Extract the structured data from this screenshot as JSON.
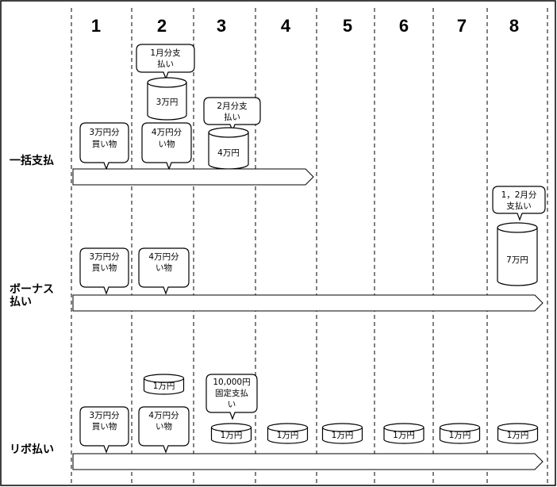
{
  "months": [
    "1",
    "2",
    "3",
    "4",
    "5",
    "6",
    "7",
    "8"
  ],
  "rows": {
    "lump_sum": {
      "label": "一括支払",
      "purchases": [
        [
          "3万円分",
          "買い物"
        ],
        [
          "4万円分",
          "い物"
        ]
      ],
      "payment_notes": [
        [
          "1月分支",
          "払い"
        ],
        [
          "2月分支",
          "払い"
        ]
      ],
      "payments": [
        "3万円",
        "4万円"
      ]
    },
    "bonus": {
      "label": [
        "ボーナス",
        "払い"
      ],
      "purchases": [
        [
          "3万円分",
          "買い物"
        ],
        [
          "4万円分",
          "い物"
        ]
      ],
      "payment_note": [
        "1，2月分",
        "支払い"
      ],
      "payment": "7万円"
    },
    "revolving": {
      "label": "リボ払い",
      "purchases": [
        [
          "3万円分",
          "買い物"
        ],
        [
          "4万円分",
          "い物"
        ]
      ],
      "fixed_note": [
        "10,000円",
        "固定支払",
        "い"
      ],
      "payments": [
        "1万円",
        "1万円",
        "1万円",
        "1万円",
        "1万円",
        "1万円",
        "1万円"
      ]
    }
  }
}
